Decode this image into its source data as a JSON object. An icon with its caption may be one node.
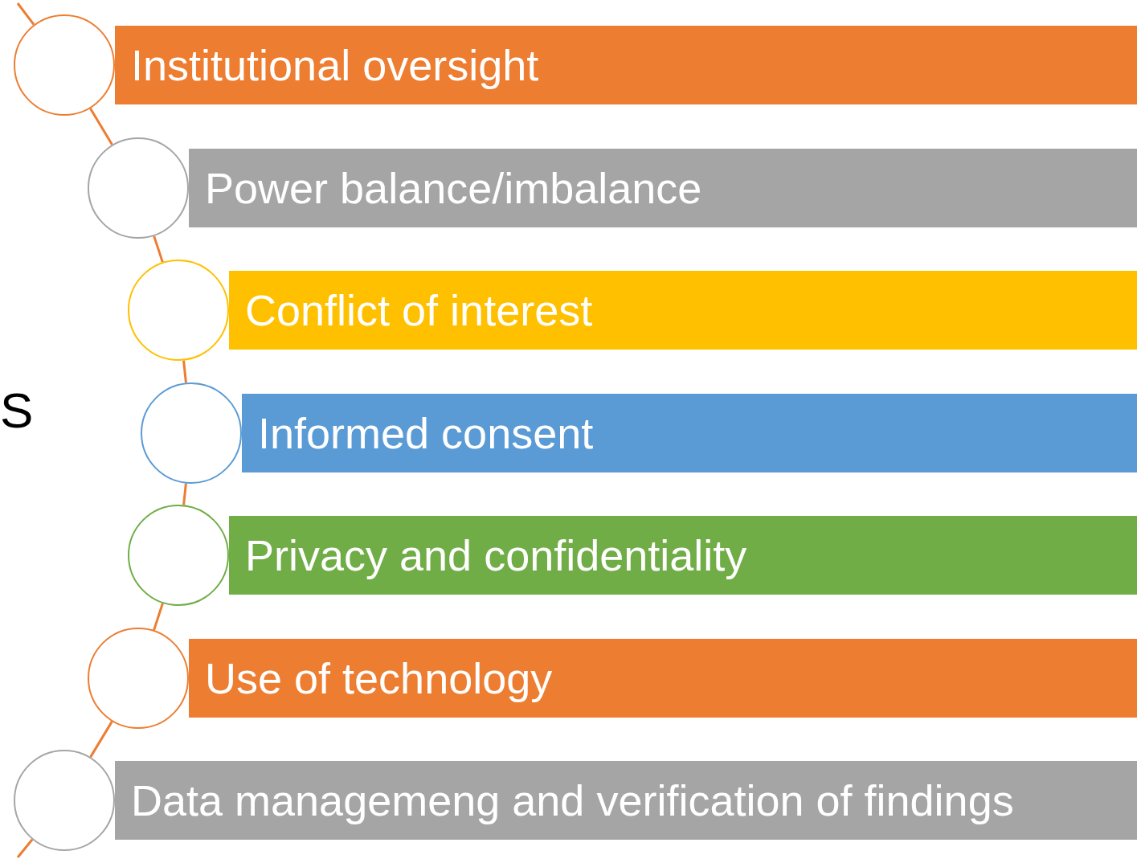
{
  "diagram": {
    "nodes": [
      {
        "text": [],
        "shape": "circle"
      },
      {
        "text": [
          "Institutional oversight"
        ]
      },
      {
        "text": [],
        "shape": "circle"
      },
      {
        "text": [
          "Power balance/imbalance"
        ]
      },
      {
        "text": [],
        "shape": "circle"
      },
      {
        "text": [
          "Conflict of interest"
        ]
      },
      {
        "text": [],
        "shape": "circle"
      },
      {
        "text": [
          "Informed consent"
        ]
      },
      {
        "text": [],
        "shape": "circle"
      },
      {
        "text": [
          "Privacy and confidentiality"
        ]
      },
      {
        "text": [],
        "shape": "circle"
      },
      {
        "text": [
          "Use of technology"
        ]
      },
      {
        "text": [],
        "shape": "circle"
      },
      {
        "text": [
          "Data managemeng and verification of findings"
        ]
      }
    ],
    "edges": [
      {
        "from": null,
        "to": 0,
        "arrow": "none"
      },
      {
        "from": 0,
        "to": 2,
        "arrow": "none"
      },
      {
        "from": 2,
        "to": 4,
        "arrow": "none"
      },
      {
        "from": 4,
        "to": 6,
        "arrow": "none"
      },
      {
        "from": 6,
        "to": 8,
        "arrow": "none"
      },
      {
        "from": 8,
        "to": 10,
        "arrow": "none"
      },
      {
        "from": 10,
        "to": 12,
        "arrow": "none"
      },
      {
        "from": 12,
        "to": null,
        "arrow": "none"
      }
    ],
    "labels": [
      "S"
    ]
  }
}
